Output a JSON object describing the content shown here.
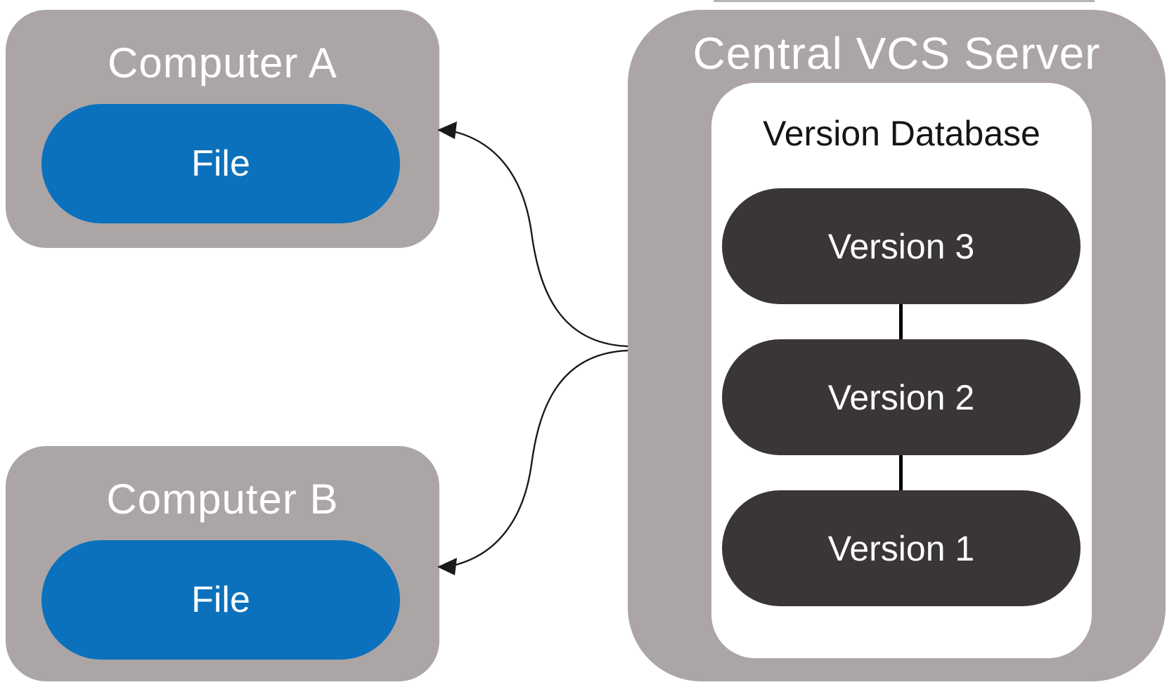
{
  "computer_a": {
    "title": "Computer A",
    "file_label": "File"
  },
  "computer_b": {
    "title": "Computer B",
    "file_label": "File"
  },
  "server": {
    "title": "Central VCS Server",
    "database": {
      "title": "Version Database",
      "versions": [
        {
          "label": "Version 3"
        },
        {
          "label": "Version 2"
        },
        {
          "label": "Version 1"
        }
      ]
    }
  },
  "connections": [
    {
      "from": "central-vcs-server",
      "to": "computer-a",
      "style": "curved-line-arrow"
    },
    {
      "from": "central-vcs-server",
      "to": "computer-b",
      "style": "curved-line-arrow"
    }
  ],
  "colors": {
    "background": "#ffffff",
    "box_gray": "#aba6a5",
    "file_blue": "#0b71bc",
    "version_dark": "#3a3536",
    "database_white": "#ffffff",
    "title_text": "#ffffff",
    "database_title_text": "#151515",
    "connector_black": "#000000",
    "arrow": "#1a1a1a"
  }
}
